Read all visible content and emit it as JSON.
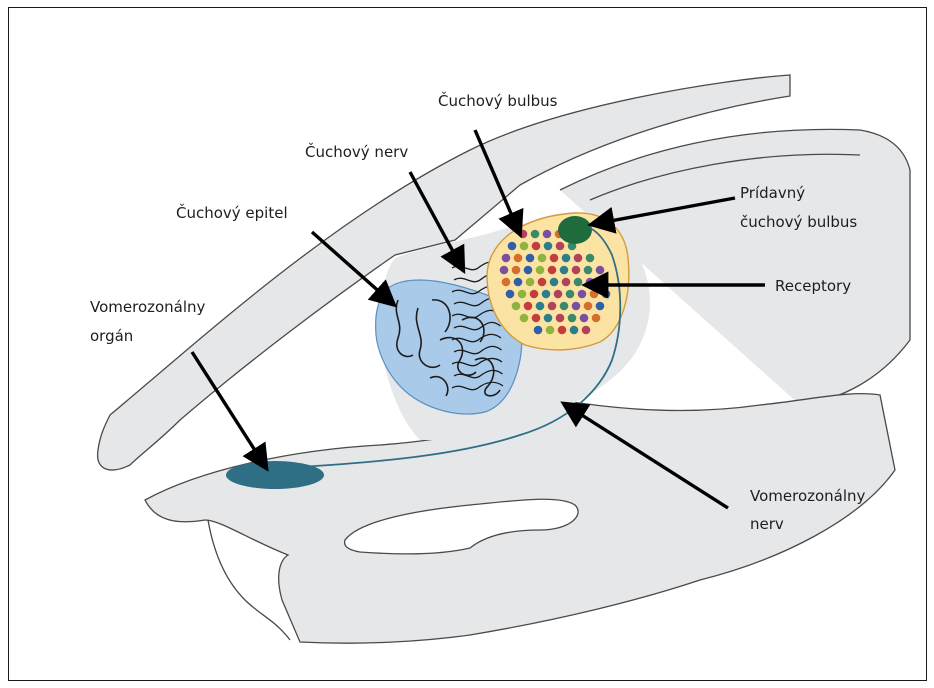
{
  "labels": {
    "bulbus": "Čuchový bulbus",
    "nerve": "Čuchový nerv",
    "epithelium": "Čuchový epitel",
    "accessory_line1": "Prídavný",
    "accessory_line2": "čuchový bulbus",
    "receptors": "Receptory",
    "vno_line1": "Vomerozonálny",
    "vno_line2": "orgán",
    "vn_nerve_line1": "Vomerozonálny",
    "vn_nerve_line2": "nerv"
  },
  "colors": {
    "tissue_fill": "#e6e7e9",
    "outline": "#4a4a4a",
    "epithelium_fill": "#a9cbe9",
    "bulb_fill": "#fbe3a4",
    "bulb_stroke": "#d39a3e",
    "accessory_bulb": "#1f6b3c",
    "vno_fill": "#2e6f86",
    "vn_nerve": "#2e6f86",
    "arrow": "#000000"
  },
  "receptor_dot_colors": [
    "#b0425b",
    "#3a8a6a",
    "#7a4fa0",
    "#d86e2c",
    "#2f5fa8",
    "#8fb33f",
    "#c43d3d",
    "#2b7f8c"
  ]
}
